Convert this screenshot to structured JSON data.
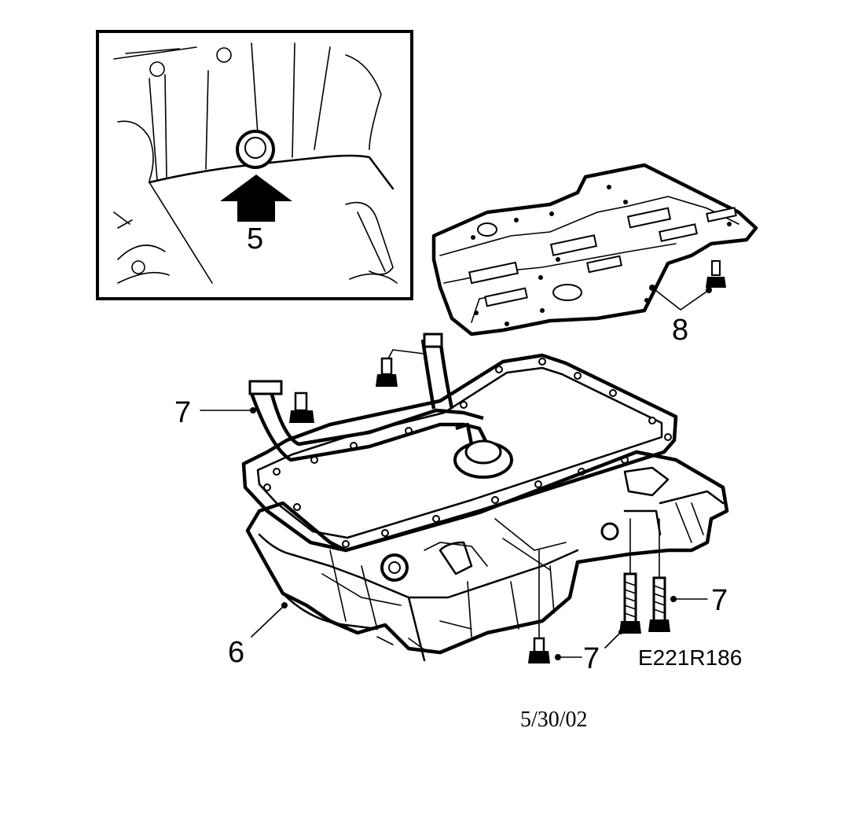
{
  "diagram": {
    "callouts": {
      "c5": "5",
      "c6": "6",
      "c7a": "7",
      "c7b": "7",
      "c7c": "7",
      "c8": "8"
    },
    "reference_code": "E221R186",
    "date": "5/30/02"
  }
}
